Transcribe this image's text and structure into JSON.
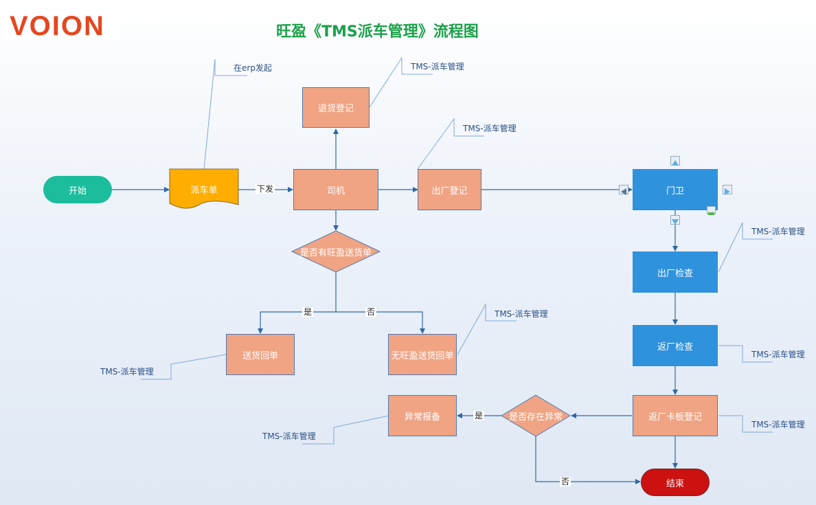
{
  "logo": "VOION",
  "title": "旺盈《TMS派车管理》流程图",
  "nodes": {
    "start": "开始",
    "dispatch_sheet": "派车单",
    "driver": "司机",
    "return_register": "退货登记",
    "exit_register": "出厂登记",
    "gate": "门卫",
    "exit_check": "出厂检查",
    "return_check": "返厂检查",
    "decision_delivery": "是否有旺盈送货单",
    "delivery_receipt": "送货回单",
    "no_delivery_receipt": "无旺盈送货回单",
    "return_pallet_register": "返厂卡板登记",
    "decision_exception": "是否存在异常",
    "exception_report": "异常报备",
    "end": "结束"
  },
  "callouts": {
    "erp": "在erp发起",
    "tms": "TMS-派车管理"
  },
  "edge_labels": {
    "issue": "下发",
    "yes": "是",
    "no": "否"
  },
  "colors": {
    "process": "#f0a484",
    "blue": "#2f92dd",
    "start": "#1bbd9c",
    "end": "#cc1111",
    "document": "#ffad00",
    "title": "#1aa14a",
    "logo": "#e6461e"
  }
}
